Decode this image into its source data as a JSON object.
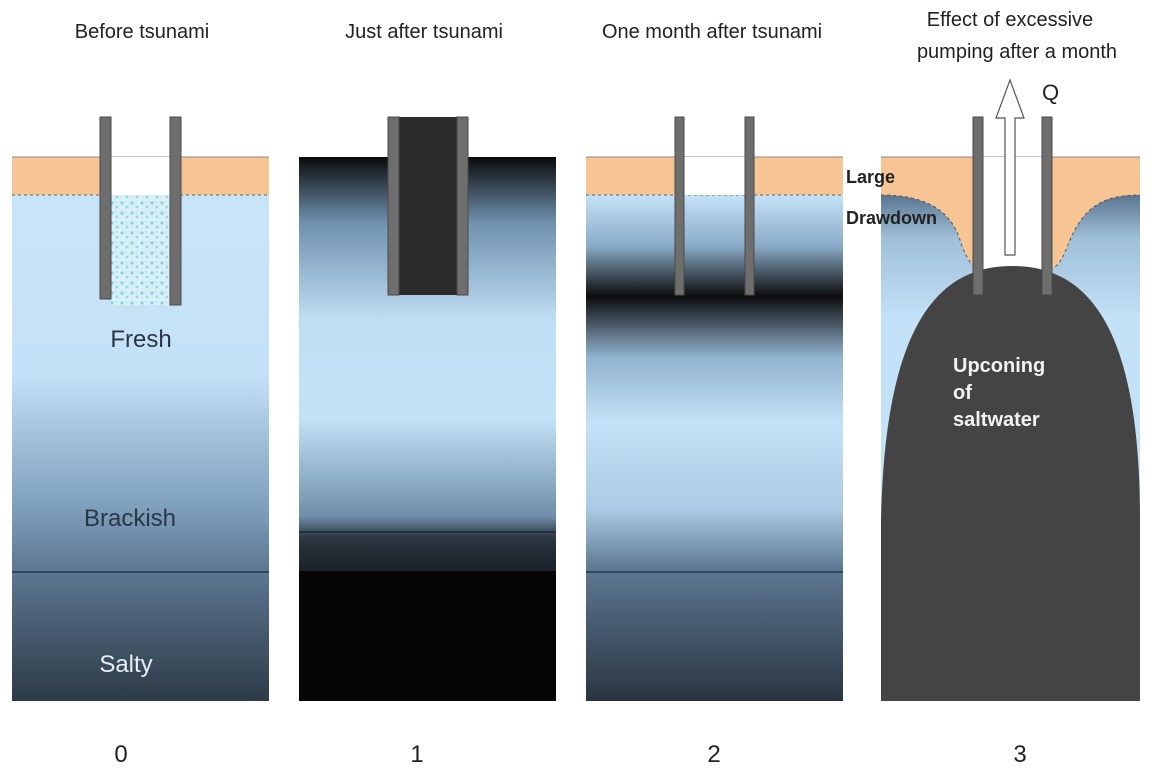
{
  "panels": [
    {
      "title": "Before tsunami",
      "number": "0"
    },
    {
      "title": "Just after tsunami",
      "number": "1"
    },
    {
      "title": "One month after tsunami",
      "number": "2"
    },
    {
      "title_line1": "Effect of excessive",
      "title_line2": "pumping after a month",
      "number": "3"
    }
  ],
  "zones": {
    "fresh": "Fresh",
    "brackish": "Brackish",
    "salty": "Salty"
  },
  "annotations": {
    "large": "Large",
    "drawdown": "Drawdown",
    "pump_flow": "Q",
    "upconing_line1": "Upconing",
    "upconing_line2": "of",
    "upconing_line3": "saltwater"
  },
  "colors": {
    "unsaturated_soil": "#f7c594",
    "fresh_water": "#c4e2f7",
    "salt_water": "#444444",
    "well_casing": "#6e6e6e"
  }
}
